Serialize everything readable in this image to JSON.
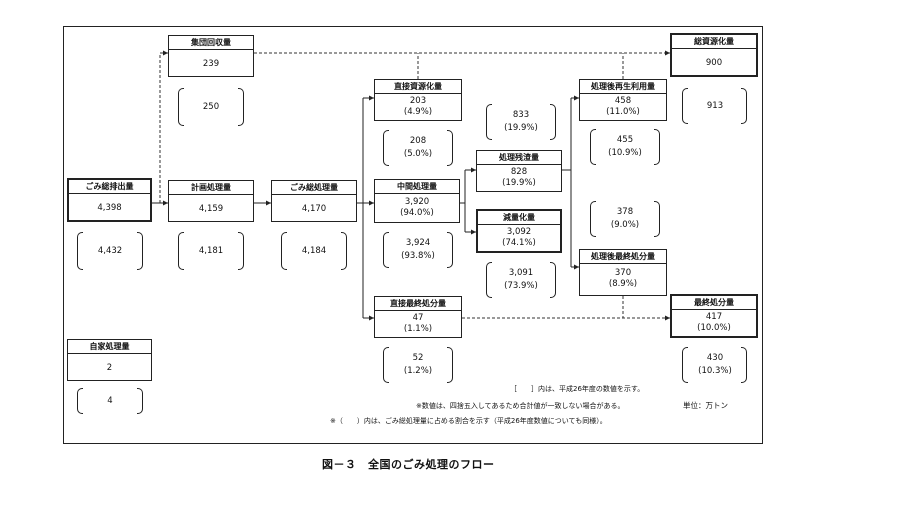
{
  "boxes": {
    "gomi_total": {
      "label": "ごみ総排出量",
      "value": "4,398",
      "prev": "4,432"
    },
    "jika": {
      "label": "自家処理量",
      "value": "2",
      "prev": "4"
    },
    "shudan": {
      "label": "集団回収量",
      "value": "239",
      "prev": "250"
    },
    "keikaku": {
      "label": "計画処理量",
      "value": "4,159",
      "prev": "4,181"
    },
    "gomi_shori": {
      "label": "ごみ総処理量",
      "value": "4,170",
      "prev": "4,184"
    },
    "direct_res": {
      "label": "直接資源化量",
      "value": "203",
      "pct": "(4.9%)",
      "prev": "208",
      "prev_pct": "(5.0%)"
    },
    "chukan": {
      "label": "中間処理量",
      "value": "3,920",
      "pct": "(94.0%)",
      "prev": "3,924",
      "prev_pct": "(93.8%)"
    },
    "direct_land": {
      "label": "直接最終処分量",
      "value": "47",
      "pct": "(1.1%)",
      "prev": "52",
      "prev_pct": "(1.2%)"
    },
    "residue": {
      "label": "処理残渣量",
      "value": "828",
      "pct": "(19.9%)",
      "prev": "833",
      "prev_pct": "(19.9%)"
    },
    "reduction": {
      "label": "減量化量",
      "value": "3,092",
      "pct": "(74.1%)",
      "prev": "3,091",
      "prev_pct": "(73.9%)"
    },
    "post_recycle": {
      "label": "処理後再生利用量",
      "value": "458",
      "pct": "(11.0%)",
      "prev": "455",
      "prev_pct": "(10.9%)"
    },
    "post_land": {
      "label": "処理後最終処分量",
      "value": "370",
      "pct": "(8.9%)",
      "prev": "378",
      "prev_pct": "(9.0%)"
    },
    "total_res": {
      "label": "総資源化量",
      "value": "900",
      "prev": "913"
    },
    "final_land": {
      "label": "最終処分量",
      "value": "417",
      "pct": "(10.0%)",
      "prev": "430",
      "prev_pct": "(10.3%)"
    }
  },
  "notes": {
    "n1": "［　　］内は、平成26年度の数値を示す。",
    "n2": "※数値は、四捨五入してあるため合計値が一致しない場合がある。",
    "n3": "※（　　）内は、ごみ総処理量に占める割合を示す（平成26年度数値についても同様）。",
    "unit": "単位：万トン"
  },
  "caption": "図－３　全国のごみ処理のフロー"
}
